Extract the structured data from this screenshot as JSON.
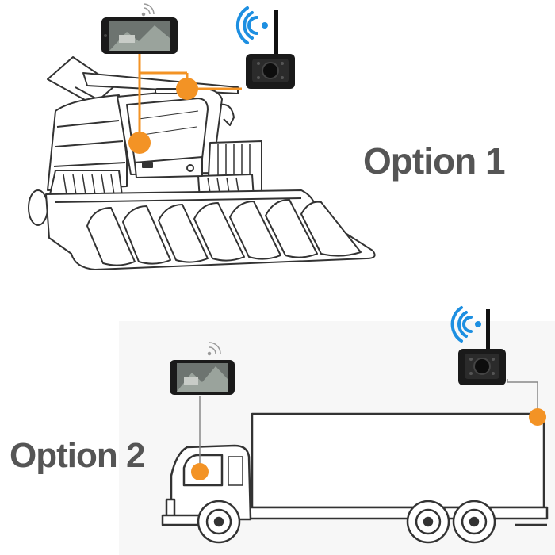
{
  "option1": {
    "label": "Option 1",
    "vehicle": "combine-harvester",
    "devices": [
      "phone-monitor",
      "wireless-camera"
    ]
  },
  "option2": {
    "label": "Option 2",
    "vehicle": "box-truck",
    "devices": [
      "phone-monitor",
      "wireless-camera"
    ]
  },
  "colors": {
    "accent": "#f39325",
    "wifi": "#1d8fe1",
    "line_art": "#333333",
    "device": "#1a1a1a",
    "label": "#555555"
  }
}
